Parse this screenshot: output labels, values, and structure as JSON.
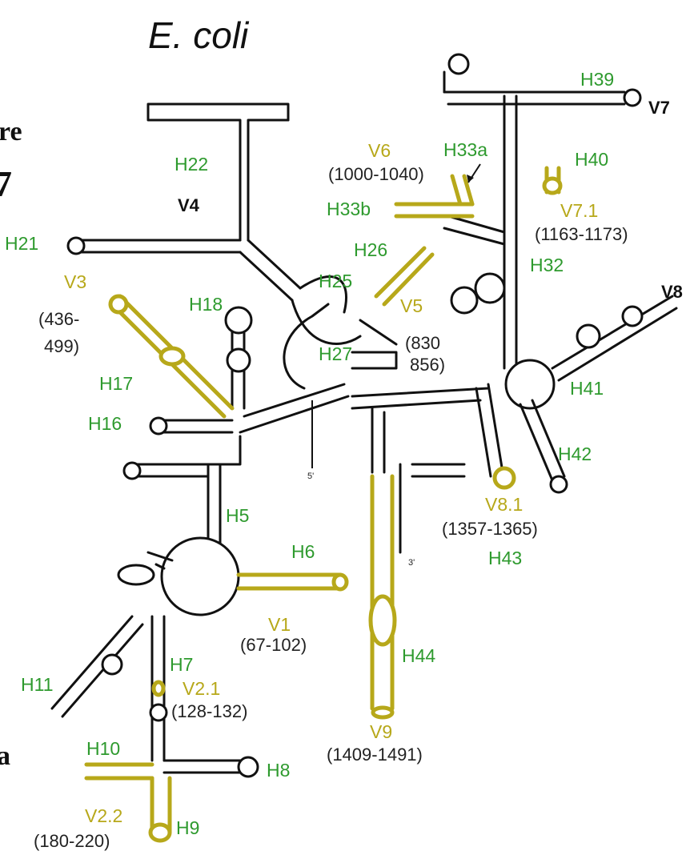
{
  "title": "E. coli",
  "edge_fragments": {
    "f1": "re",
    "f2": "7",
    "f3": "a"
  },
  "colors": {
    "helix_label": "#2e9a2e",
    "variable_region": "#b7a81a",
    "structure": "#111111"
  },
  "helix_labels": {
    "h39": "H39",
    "h22": "H22",
    "h33a": "H33a",
    "h40": "H40",
    "h33b": "H33b",
    "h21": "H21",
    "h26": "H26",
    "h32": "H32",
    "h25": "H25",
    "h18": "H18",
    "h27": "H27",
    "h17": "H17",
    "h41": "H41",
    "h16": "H16",
    "h42": "H42",
    "h5": "H5",
    "h43": "H43",
    "h6": "H6",
    "h44": "H44",
    "h11": "H11",
    "h7": "H7",
    "h10": "H10",
    "h8": "H8",
    "h9": "H9"
  },
  "variable_regions": {
    "v6": "V6",
    "v7_1": "V7.1",
    "v3": "V3",
    "v5": "V5",
    "v8_1": "V8.1",
    "v1": "V1",
    "v2_1": "V2.1",
    "v9": "V9",
    "v2_2": "V2.2"
  },
  "black_labels": {
    "v4": "V4",
    "v7": "V7",
    "v8": "V8"
  },
  "ranges": {
    "v6": "(1000-1040)",
    "v7_1": "(1163-1173)",
    "v3_line1": "(436-",
    "v3_line2": "499)",
    "v5_line1": "(830",
    "v5_line2": "856)",
    "v8_1": "(1357-1365)",
    "v1": "(67-102)",
    "v2_1": "(128-132)",
    "v9": "(1409-1491)",
    "v2_2": "(180-220)"
  },
  "termini": {
    "five_prime": "5'",
    "three_prime": "3'"
  }
}
